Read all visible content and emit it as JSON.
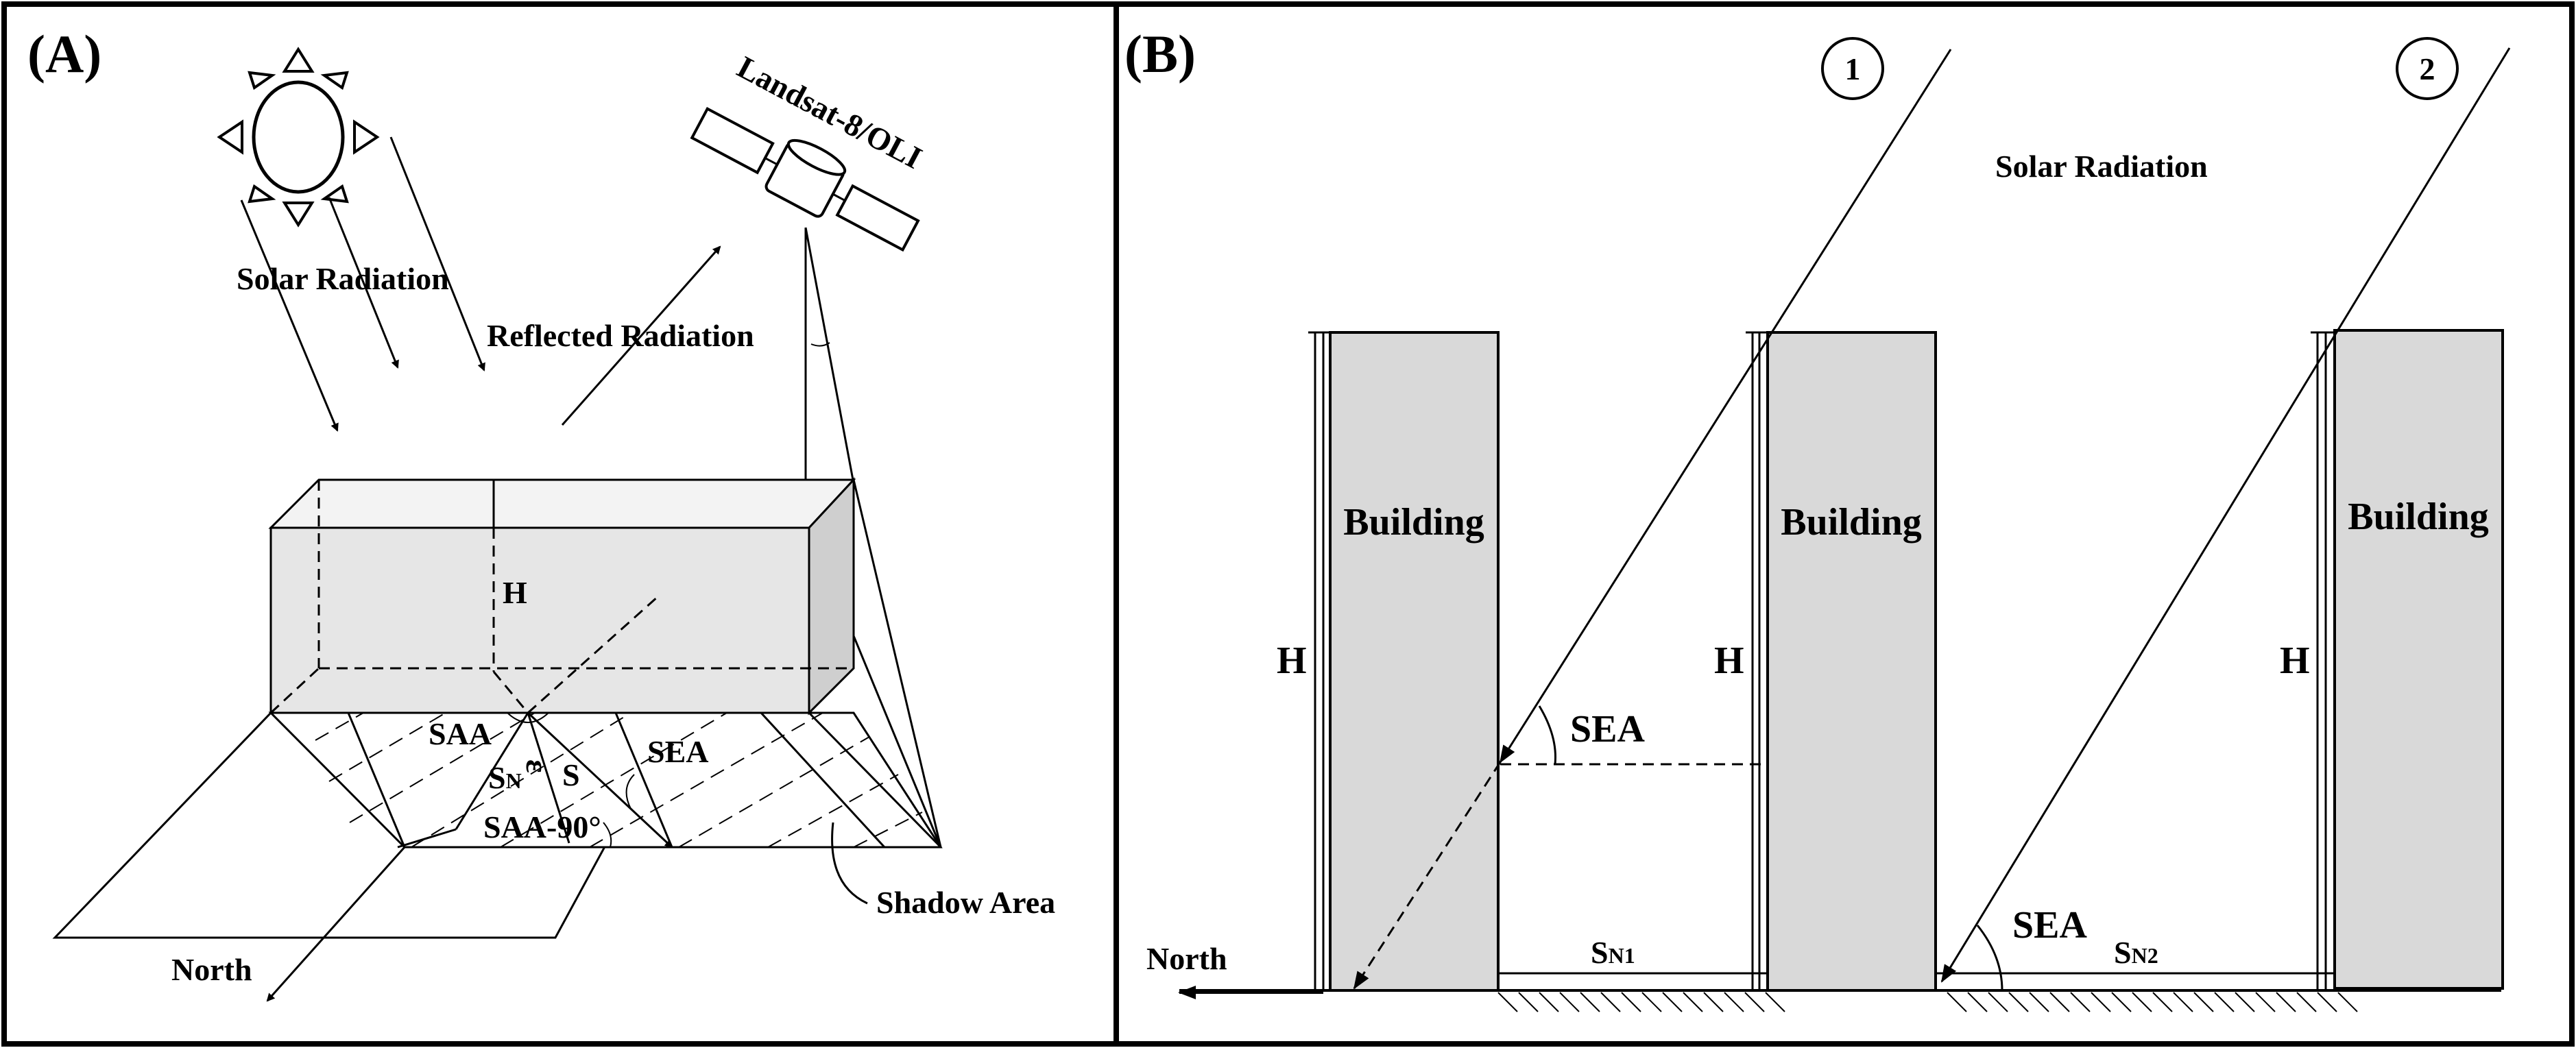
{
  "panels": {
    "a": {
      "label": "(A)",
      "solar_radiation": "Solar Radiation",
      "reflected_radiation": "Reflected Radiation",
      "satellite": "Landsat-8/OLI",
      "height": "H",
      "saa": "SAA",
      "sn": "S",
      "sn_sub": "N",
      "s": "S",
      "epsilon": "ε",
      "sea": "SEA",
      "saa_minus_90": "SAA-90°",
      "shadow_area": "Shadow Area",
      "north": "North"
    },
    "b": {
      "label": "(B)",
      "case_1": "1",
      "case_2": "2",
      "solar_radiation": "Solar Radiation",
      "buildings": [
        "Building",
        "Building",
        "Building"
      ],
      "heights": [
        "H",
        "H",
        "H"
      ],
      "sea_1": "SEA",
      "sea_2": "SEA",
      "sn1": "S",
      "sn1_sub": "N1",
      "sn2": "S",
      "sn2_sub": "N2",
      "north": "North"
    }
  },
  "colors": {
    "building_fill": "#d9d9d9",
    "box_front": "#e6e6e6",
    "box_side": "#cfcfcf",
    "line": "#000000"
  }
}
